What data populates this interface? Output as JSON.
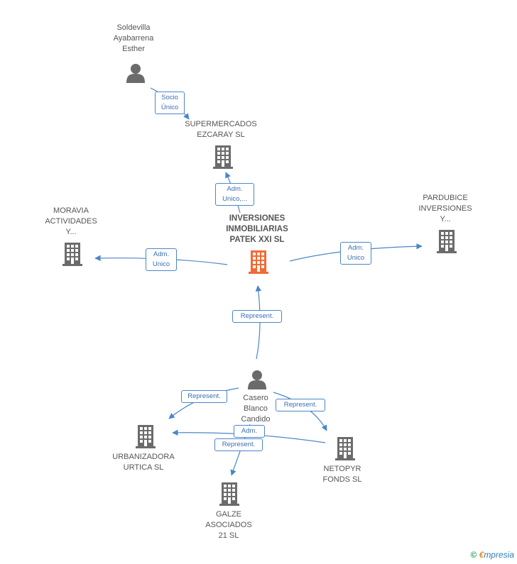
{
  "nodes": {
    "soldevilla": "Soldevilla\nAyabarrena\nEsther",
    "supermercados": "SUPERMERCADOS\nEZCARAY SL",
    "moravia": "MORAVIA\nACTIVIDADES\nY...",
    "inversiones": "INVERSIONES\nINMOBILIARIAS\nPATEK XXI SL",
    "pardubice": "PARDUBICE\nINVERSIONES\nY...",
    "casero": "Casero\nBlanco\nCandido",
    "urbanizadora": "URBANIZADORA\nURTICA SL",
    "netopyr": "NETOPYR\nFONDS SL",
    "galze": "GALZE\nASOCIADOS\n21 SL"
  },
  "edges": {
    "socio_unico": "Socio\nÚnico",
    "adm_unico_super": "Adm.\nUnico,...",
    "adm_unico_moravia": "Adm.\nUnico",
    "adm_unico_pardubice": "Adm.\nUnico",
    "represent_main": "Represent.",
    "represent_urbanizadora": "Represent.",
    "represent_netopyr": "Represent.",
    "adm_galze": "Adm.",
    "represent_galze": "Represent."
  },
  "footer": {
    "copyright": "©",
    "brand_e": "€",
    "brand_rest": "mpresia"
  },
  "colors": {
    "edge": "#4a86c8",
    "building": "#6b6b6b",
    "main_building": "#f26a35",
    "person": "#6b6b6b"
  }
}
